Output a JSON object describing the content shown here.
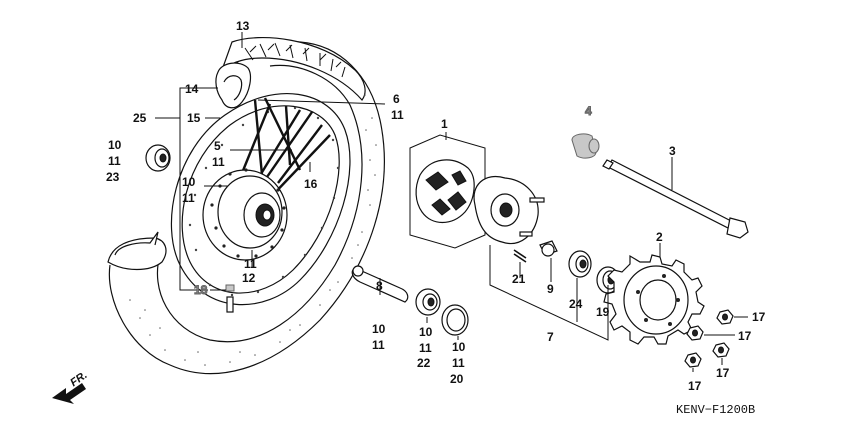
{
  "diagram_code": "KENV−F1200B",
  "direction_label": "FR.",
  "callouts": {
    "c13": "13",
    "c14": "14",
    "c25": "25",
    "c15": "15",
    "c6": "6",
    "c6b": "11",
    "c5": "5",
    "c5b": "11",
    "c10a": "10",
    "c11a": "11",
    "c23": "23",
    "c10b": "10",
    "c11b": "11",
    "c16": "16",
    "c11c": "11",
    "c12": "12",
    "c18": "18",
    "c1": "1",
    "c4": "4",
    "c3": "3",
    "c2": "2",
    "c21": "21",
    "c9": "9",
    "c7": "7",
    "c24": "24",
    "c19": "19",
    "c8": "8",
    "c10c": "10",
    "c11d": "11",
    "c10d": "10",
    "c11e": "11",
    "c22": "22",
    "c10e": "10",
    "c11f": "11",
    "c20": "20",
    "c17a": "17",
    "c17b": "17",
    "c17c": "17",
    "c17d": "17"
  }
}
